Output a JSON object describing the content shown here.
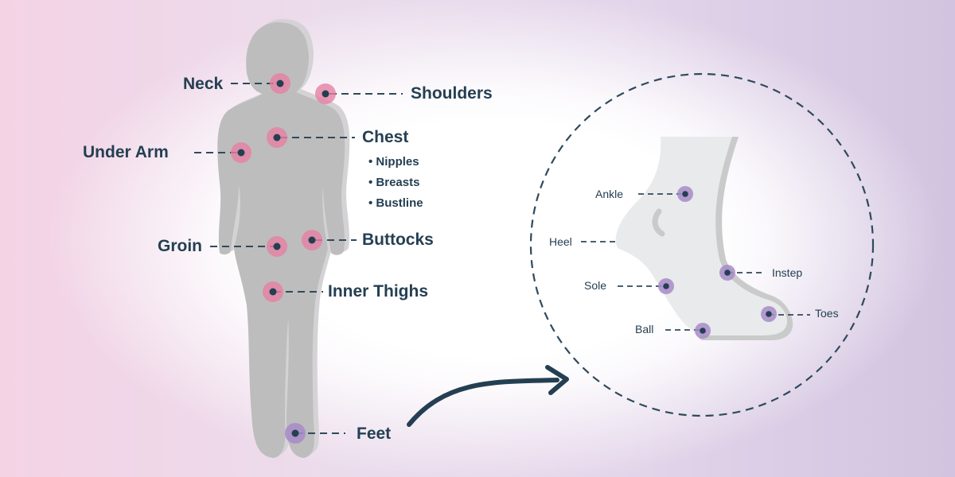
{
  "body_labels": {
    "neck": "Neck",
    "shoulders": "Shoulders",
    "chest": "Chest",
    "under_arm": "Under Arm",
    "groin": "Groin",
    "buttocks": "Buttocks",
    "inner_thighs": "Inner Thighs",
    "feet": "Feet"
  },
  "chest_items": [
    "• Nipples",
    "• Breasts",
    "• Bustline"
  ],
  "foot_labels": {
    "ankle": "Ankle",
    "heel": "Heel",
    "instep": "Instep",
    "sole": "Sole",
    "toes": "Toes",
    "ball": "Ball"
  },
  "colors": {
    "label_text": "#243f52",
    "body_marker": "#e67fa3",
    "foot_marker": "#a78bc9",
    "silhouette": "#bdbdbd",
    "foot_fill": "#e9eaeb",
    "leader": "#2f4a5c"
  }
}
